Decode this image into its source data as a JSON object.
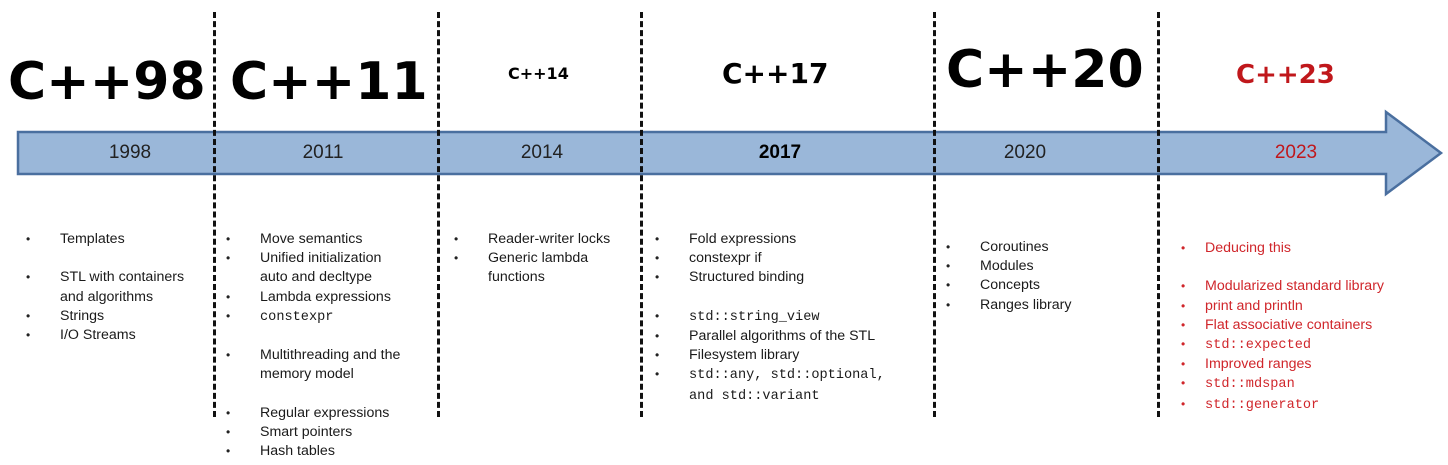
{
  "colors": {
    "arrow_fill": "#9ab7d9",
    "arrow_stroke": "#4a6f9f",
    "highlight_red": "#c0171b"
  },
  "eras": [
    {
      "version": "C++98",
      "year": "1998",
      "features": [
        {
          "text": "Templates"
        },
        {
          "text": "STL with containers",
          "gap": true
        },
        {
          "text": "and algorithms",
          "cont": true
        },
        {
          "text": "Strings"
        },
        {
          "text": "I/O Streams"
        }
      ]
    },
    {
      "version": "C++11",
      "year": "2011",
      "features": [
        {
          "text": "Move semantics"
        },
        {
          "text": "Unified initialization"
        },
        {
          "text": "auto and decltype",
          "cont": true
        },
        {
          "text": "Lambda expressions"
        },
        {
          "text": "constexpr",
          "mono": true
        },
        {
          "text": "Multithreading and the",
          "gap": true
        },
        {
          "text": "memory model",
          "cont": true
        },
        {
          "text": "Regular expressions",
          "gap": true
        },
        {
          "text": "Smart pointers"
        },
        {
          "text": "Hash tables"
        }
      ]
    },
    {
      "version": "C++14",
      "year": "2014",
      "features": [
        {
          "text": "Reader-writer locks"
        },
        {
          "text": "Generic lambda"
        },
        {
          "text": "functions",
          "cont": true
        }
      ]
    },
    {
      "version": "C++17",
      "year": "2017",
      "features": [
        {
          "text": "Fold expressions"
        },
        {
          "text": "constexpr if"
        },
        {
          "text": "Structured binding"
        },
        {
          "text": "std::string_view",
          "mono": true,
          "gap": true
        },
        {
          "text": "Parallel algorithms of the STL"
        },
        {
          "text": "Filesystem library"
        },
        {
          "text": "std::any, std::optional,",
          "mono": true
        },
        {
          "text": "and std::variant",
          "mono": true,
          "cont": true
        }
      ]
    },
    {
      "version": "C++20",
      "year": "2020",
      "features": [
        {
          "text": "Coroutines"
        },
        {
          "text": "Modules"
        },
        {
          "text": "Concepts"
        },
        {
          "text": "Ranges library"
        }
      ]
    },
    {
      "version": "C++23",
      "year": "2023",
      "features": [
        {
          "text": "Deducing this"
        },
        {
          "text": "Modularized standard library",
          "gap": true
        },
        {
          "text": "print and println"
        },
        {
          "text": "Flat associative containers"
        },
        {
          "text": "std::expected",
          "mono": true
        },
        {
          "text": "Improved ranges"
        },
        {
          "text": "std::mdspan",
          "mono": true
        },
        {
          "text": "std::generator",
          "mono": true
        }
      ]
    }
  ]
}
